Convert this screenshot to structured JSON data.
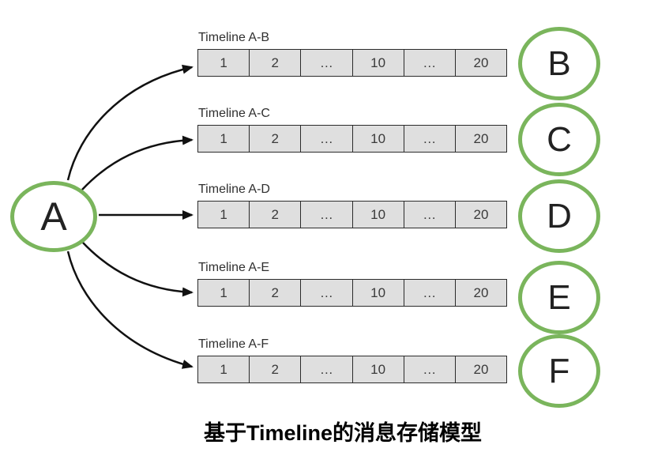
{
  "title": "基于Timeline的消息存储模型",
  "source_node": {
    "label": "A"
  },
  "timelines": [
    {
      "label": "Timeline A-B",
      "target": "B",
      "cells": [
        "1",
        "2",
        "…",
        "10",
        "…",
        "20"
      ]
    },
    {
      "label": "Timeline A-C",
      "target": "C",
      "cells": [
        "1",
        "2",
        "…",
        "10",
        "…",
        "20"
      ]
    },
    {
      "label": "Timeline A-D",
      "target": "D",
      "cells": [
        "1",
        "2",
        "…",
        "10",
        "…",
        "20"
      ]
    },
    {
      "label": "Timeline A-E",
      "target": "E",
      "cells": [
        "1",
        "2",
        "…",
        "10",
        "…",
        "20"
      ]
    },
    {
      "label": "Timeline A-F",
      "target": "F",
      "cells": [
        "1",
        "2",
        "…",
        "10",
        "…",
        "20"
      ]
    }
  ],
  "colors": {
    "node_border": "#7ab55c",
    "node_text": "#222222",
    "cell_fill": "#dfdfdf",
    "cell_border": "#2b2b2b",
    "cell_text": "#3a3a3a",
    "label_text": "#303030",
    "arrow": "#111111",
    "title_text": "#000000"
  }
}
